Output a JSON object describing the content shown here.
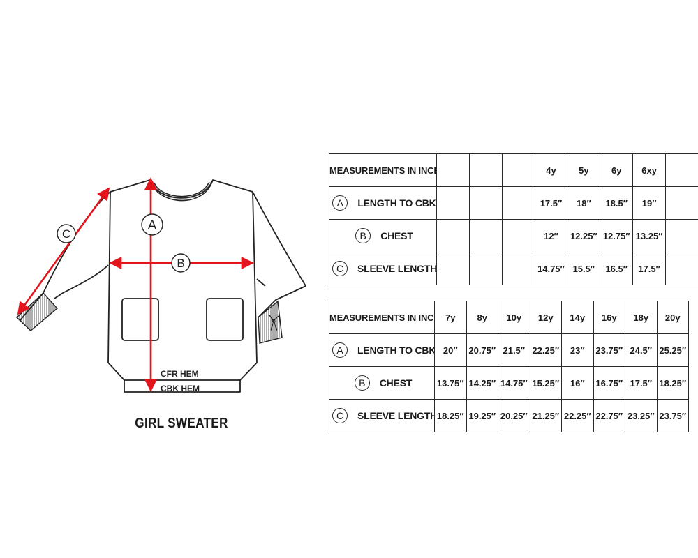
{
  "diagram": {
    "title": "GIRL SWEATER",
    "marker_a": "A",
    "marker_b": "B",
    "marker_c": "C",
    "hem_front": "CFR HEM",
    "hem_back": "CBK HEM",
    "arrow_color": "#e3141c",
    "line_color": "#222222"
  },
  "table1": {
    "header_label": "MEASUREMENTS IN INCHES",
    "columns": [
      "",
      "",
      "",
      "4y",
      "5y",
      "6y",
      "6xy",
      ""
    ],
    "rows": [
      {
        "marker": "A",
        "name": "LENGTH TO CBK",
        "values": [
          "",
          "",
          "",
          "17.5″",
          "18″",
          "18.5″",
          "19″",
          ""
        ]
      },
      {
        "marker": "B",
        "name": "CHEST",
        "values": [
          "",
          "",
          "",
          "12″",
          "12.25″",
          "12.75″",
          "13.25″",
          ""
        ]
      },
      {
        "marker": "C",
        "name": "SLEEVE LENGTH",
        "values": [
          "",
          "",
          "",
          "14.75″",
          "15.5″",
          "16.5″",
          "17.5″",
          ""
        ]
      }
    ]
  },
  "table2": {
    "header_label": "MEASUREMENTS IN INCHES",
    "columns": [
      "7y",
      "8y",
      "10y",
      "12y",
      "14y",
      "16y",
      "18y",
      "20y"
    ],
    "rows": [
      {
        "marker": "A",
        "name": "LENGTH TO CBK",
        "values": [
          "20″",
          "20.75″",
          "21.5″",
          "22.25″",
          "23″",
          "23.75″",
          "24.5″",
          "25.25″"
        ]
      },
      {
        "marker": "B",
        "name": "CHEST",
        "values": [
          "13.75″",
          "14.25″",
          "14.75″",
          "15.25″",
          "16″",
          "16.75″",
          "17.5″",
          "18.25″"
        ]
      },
      {
        "marker": "C",
        "name": "SLEEVE LENGTH",
        "values": [
          "18.25″",
          "19.25″",
          "20.25″",
          "21.25″",
          "22.25″",
          "22.75″",
          "23.25″",
          "23.75″"
        ]
      }
    ]
  }
}
